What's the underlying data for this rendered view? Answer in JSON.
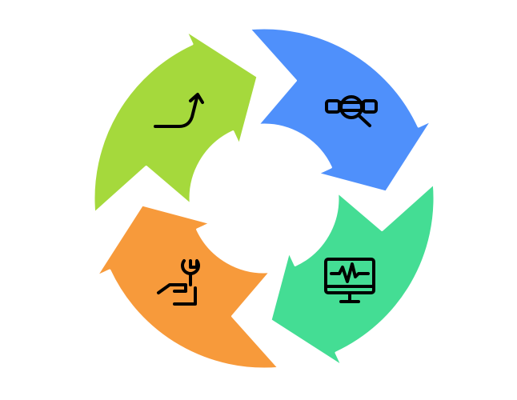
{
  "diagram": {
    "type": "cycle",
    "direction": "clockwise",
    "segments": [
      {
        "name": "inspect",
        "color": "#4f90fb",
        "icon": "magnifier-binoculars-icon"
      },
      {
        "name": "monitor",
        "color": "#44dd94",
        "icon": "monitor-heartbeat-icon"
      },
      {
        "name": "maintain",
        "color": "#f79a3b",
        "icon": "hand-wrench-icon"
      },
      {
        "name": "improve",
        "color": "#a5d93c",
        "icon": "growth-arrow-icon"
      }
    ]
  }
}
